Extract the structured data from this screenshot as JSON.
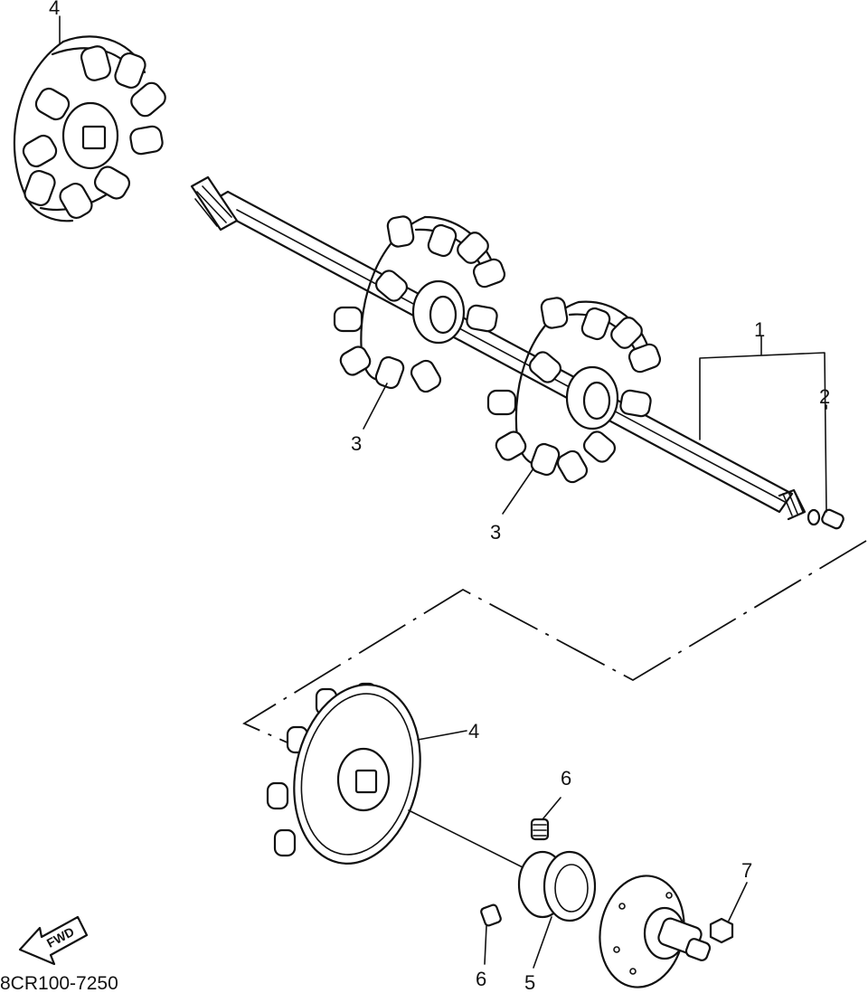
{
  "diagram": {
    "labels": {
      "part_1": "1",
      "part_2": "2",
      "part_3_a": "3",
      "part_3_b": "3",
      "part_4_top": "4",
      "part_4_bottom": "4",
      "part_5": "5",
      "part_6_top": "6",
      "part_6_bottom": "6",
      "part_7": "7"
    },
    "fwd_label": "FWD",
    "drawing_code": "8CR100-7250"
  }
}
